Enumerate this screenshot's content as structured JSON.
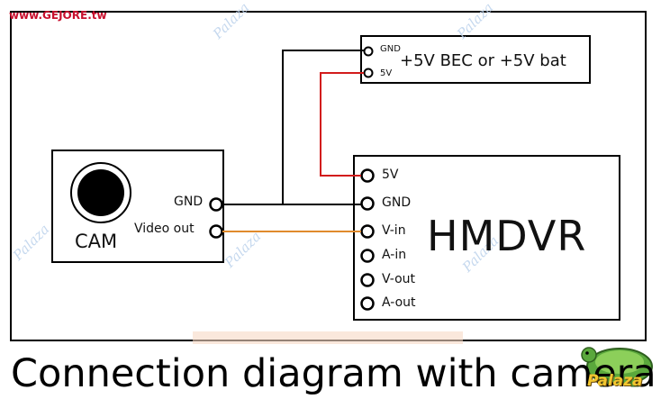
{
  "site_url": "www.GEJORE.tw",
  "watermark": "Palaza",
  "power_source": {
    "label": "+5V BEC or +5V bat",
    "pins": [
      "GND",
      "5V"
    ]
  },
  "camera": {
    "label": "CAM",
    "pins": [
      "GND",
      "Video out"
    ]
  },
  "recorder": {
    "label": "HMDVR",
    "pins": [
      "5V",
      "GND",
      "V-in",
      "A-in",
      "V-out",
      "A-out"
    ]
  },
  "caption": "Connection diagram with camera",
  "logo_text": "Palaza",
  "colors": {
    "wire_ground": "#000000",
    "wire_power": "#d21c1c",
    "wire_video": "#e08a2c",
    "site_url": "#c8102e"
  }
}
